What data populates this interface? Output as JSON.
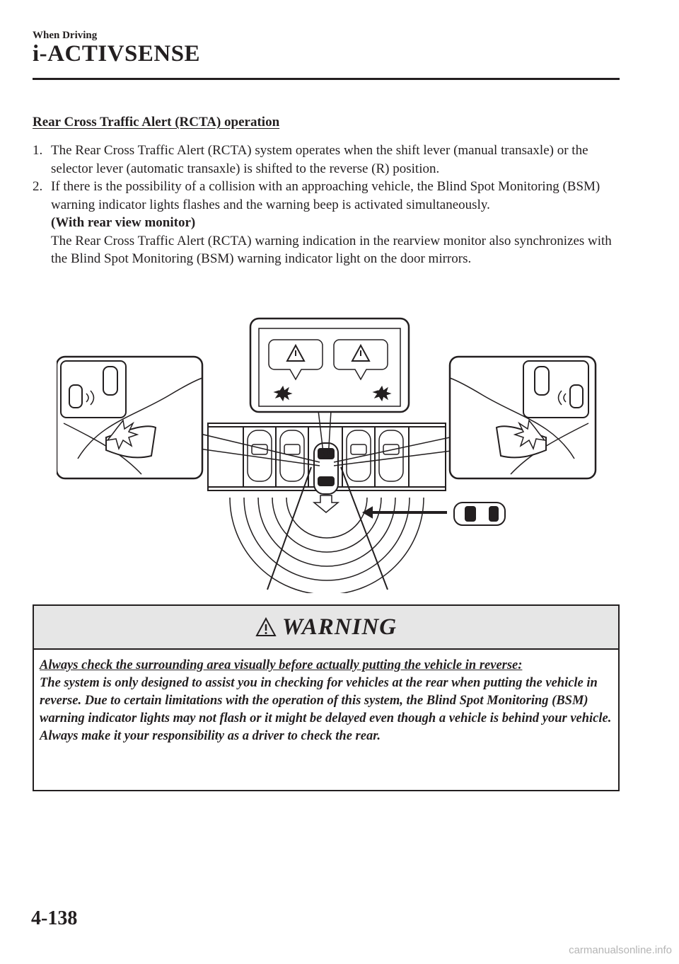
{
  "header": {
    "section": "When Driving",
    "title": "i-ACTIVSENSE"
  },
  "section_heading": "Rear Cross Traffic Alert (RCTA) operation",
  "steps": [
    {
      "number": "1.",
      "text": "The Rear Cross Traffic Alert (RCTA) system operates when the shift lever (manual transaxle) or the selector lever (automatic transaxle) is shifted to the reverse (R) position."
    },
    {
      "number": "2.",
      "text": "If there is the possibility of a collision with an approaching vehicle, the Blind Spot Monitoring (BSM) warning indicator lights flashes and the warning beep is activated simultaneously.",
      "sub_heading": "(With rear view monitor)",
      "sub_text": "The Rear Cross Traffic Alert (RCTA) warning indication in the rearview monitor also synchronizes with the Blind Spot Monitoring (BSM) warning indicator light on the door mirrors."
    }
  ],
  "illustration": {
    "description_icons": [
      "left-door-mirror-callout",
      "rearview-monitor-callout",
      "right-door-mirror-callout",
      "parking-lot",
      "approaching-car"
    ]
  },
  "warning": {
    "icon": "warning-triangle-icon",
    "title": "WARNING",
    "lead": "Always check the surrounding area visually before actually putting the vehicle in reverse:",
    "body": "The system is only designed to assist you in checking for vehicles at the rear when putting the vehicle in reverse. Due to certain limitations with the operation of this system, the Blind Spot Monitoring (BSM) warning indicator lights may not flash or it might be delayed even though a vehicle is behind your vehicle. Always make it your responsibility as a driver to check the rear."
  },
  "page_number": "4-138",
  "footer_url": "carmanualsonline.info"
}
